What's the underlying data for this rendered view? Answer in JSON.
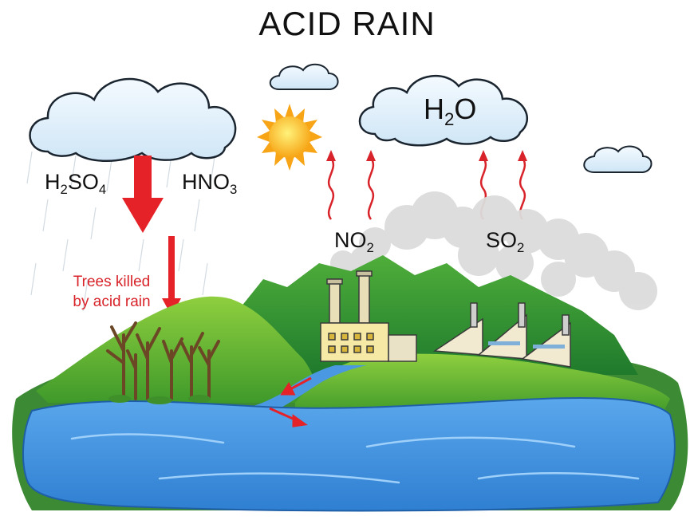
{
  "title": "ACID RAIN",
  "labels": {
    "h2so4": {
      "a": "H",
      "b": "2",
      "c": "SO",
      "d": "4"
    },
    "hno3": {
      "a": "HNO",
      "b": "3"
    },
    "h2o": {
      "a": "H",
      "b": "2",
      "c": "O"
    },
    "no2": {
      "a": "NO",
      "b": "2"
    },
    "so2": {
      "a": "SO",
      "b": "2"
    }
  },
  "annotation": {
    "line1": "Trees killed",
    "line2": "by acid rain"
  },
  "colors": {
    "rain_arrow": "#e52228",
    "fume_arrow": "#d8232a",
    "water": "#3d8fdc",
    "grass": "#6cb52e",
    "mountain": "#2f8f2f",
    "sky_cloud": "#d9ecf8",
    "sun": "#fbbd1a",
    "factory_wall": "#f6e9a6",
    "smoke": "#d9d9d9"
  },
  "icons": [
    "cloud-icon",
    "sun-icon",
    "factory-icon",
    "dead-tree-icon",
    "arrow-down-icon",
    "wavy-arrow-up-icon"
  ]
}
